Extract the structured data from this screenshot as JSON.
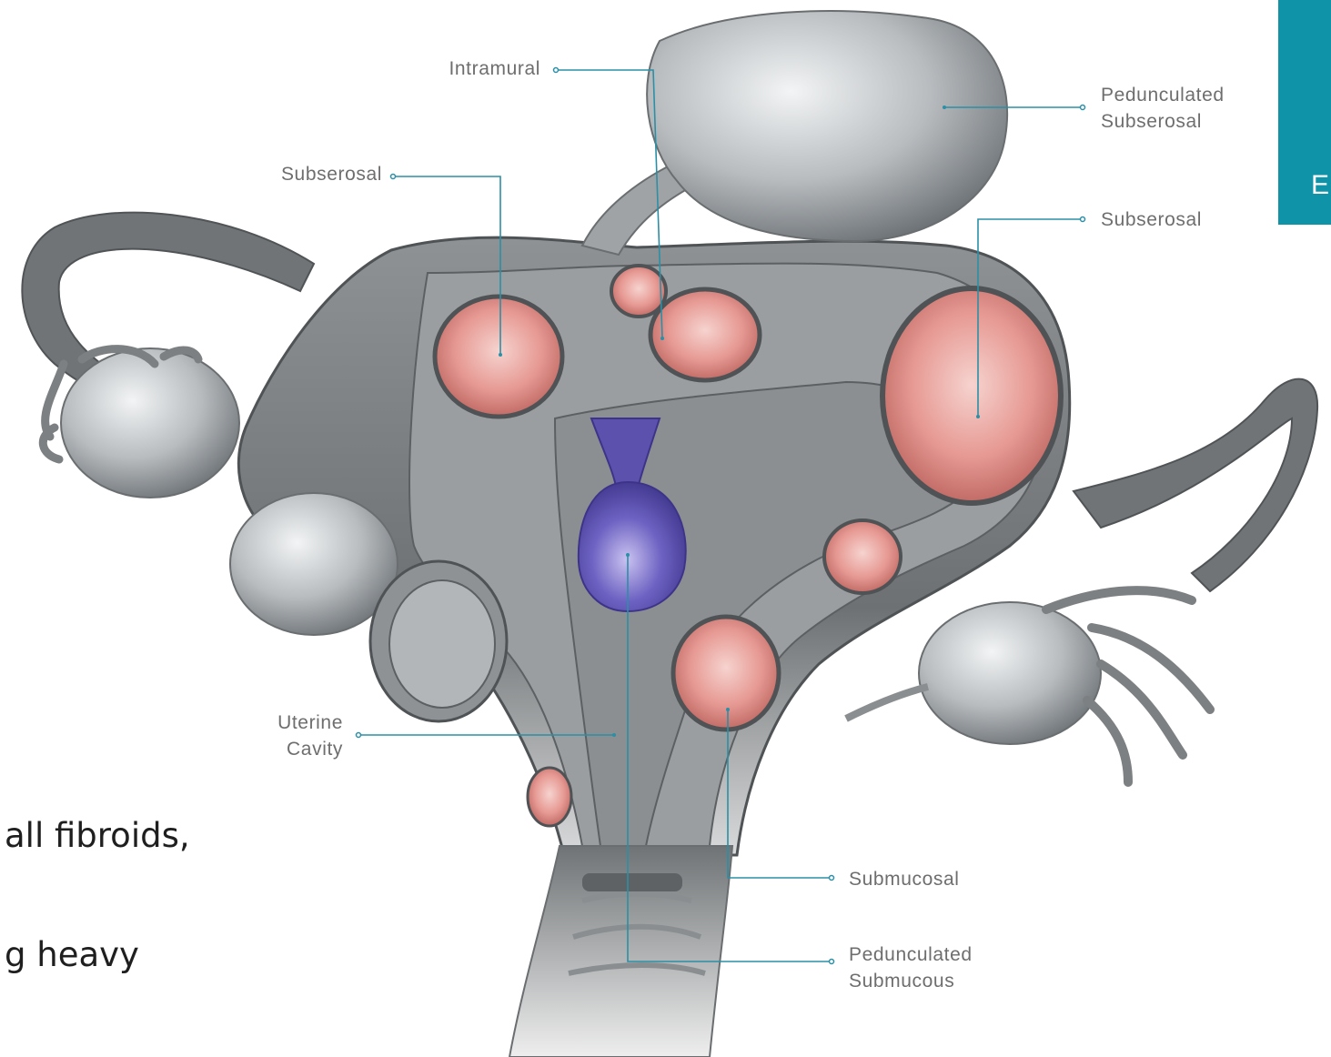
{
  "side_tab": {
    "letter": "E",
    "color": "#0e93a8"
  },
  "colors": {
    "leader_line": "#2b8fa6",
    "label_text": "#6e6e6e"
  },
  "labels": {
    "intramural": "Intramural",
    "pedunculated_subserosal": "Pedunculated\nSubserosal",
    "subserosal_left": "Subserosal",
    "subserosal_right": "Subserosal",
    "uterine_cavity": "Uterine\nCavity",
    "submucosal": "Submucosal",
    "pedunculated_submucous": "Pedunculated\nSubmucous"
  },
  "body_text": {
    "line1": "all fibroids,",
    "line2": "g heavy"
  }
}
